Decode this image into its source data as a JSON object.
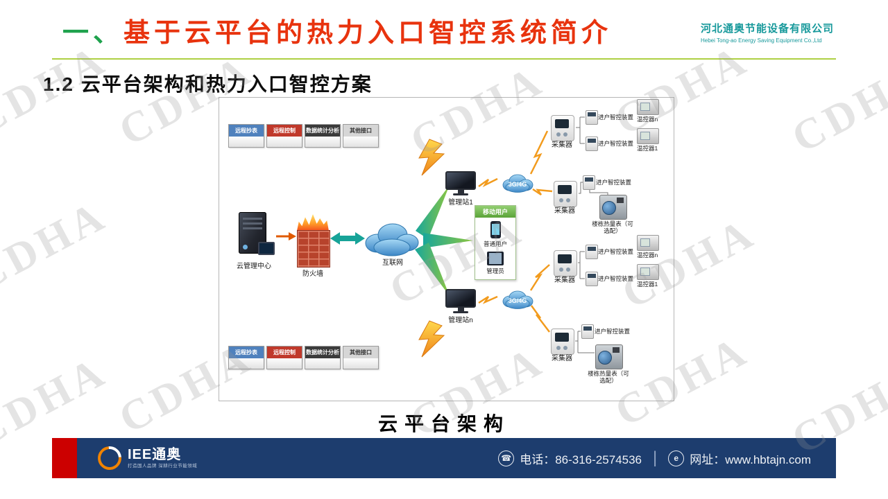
{
  "watermark": {
    "text": "CDHA"
  },
  "header": {
    "title_prefix": "一、",
    "title": "基于云平台的热力入口智控系统简介",
    "company_cn": "河北通奥节能设备有限公司",
    "company_en": "Hebei Tong-ao Energy Saving Equipment Co.,Ltd"
  },
  "subtitle": "1.2 云平台架构和热力入口智控方案",
  "diagram": {
    "tabs": [
      {
        "label": "远程抄表",
        "color": "#4f81bd"
      },
      {
        "label": "远程控制",
        "color": "#c0392b"
      },
      {
        "label": "数据统计分析",
        "color": "#3b3b3b"
      },
      {
        "label": "其他接口",
        "color": "#d6d6d6"
      }
    ],
    "cloud_center_label": "云管理中心",
    "firewall_label": "防火墙",
    "internet_label": "互联网",
    "station1_label": "管理站1",
    "stationN_label": "管理站n",
    "mobile": {
      "header": "移动用户",
      "user": "普通用户",
      "admin": "管理员"
    },
    "g34_label": "3G/4G",
    "collector_label": "采集器",
    "entry_label": "进户智控装置",
    "thermo_n_label": "温控器n",
    "thermo_1_label": "温控器1",
    "heatmeter_label": "楼栋热量表（可选配）"
  },
  "caption": "云平台架构",
  "footer": {
    "logo_text": "IEE通奥",
    "logo_tagline": "打造国人品牌 深耕行业节能领域",
    "phone": "电话：86-316-2574536",
    "phone_icon": "☎",
    "separator": "|",
    "website": "网址：www.hbtajn.com",
    "website_icon": "e"
  },
  "colors": {
    "title_prefix": "#1fa24d",
    "title_text": "#e8330e",
    "company": "#17999b",
    "header_line": "#aed043",
    "footer_bg": "#1d3d6e",
    "footer_accent": "#cc0000",
    "arrow_teal": "#18a79b",
    "arrow_green": "#8dc63f",
    "lightning": "#f29b1d",
    "cloud_blue": "#3c86c6",
    "mobile_header_green": "#5aa338"
  }
}
